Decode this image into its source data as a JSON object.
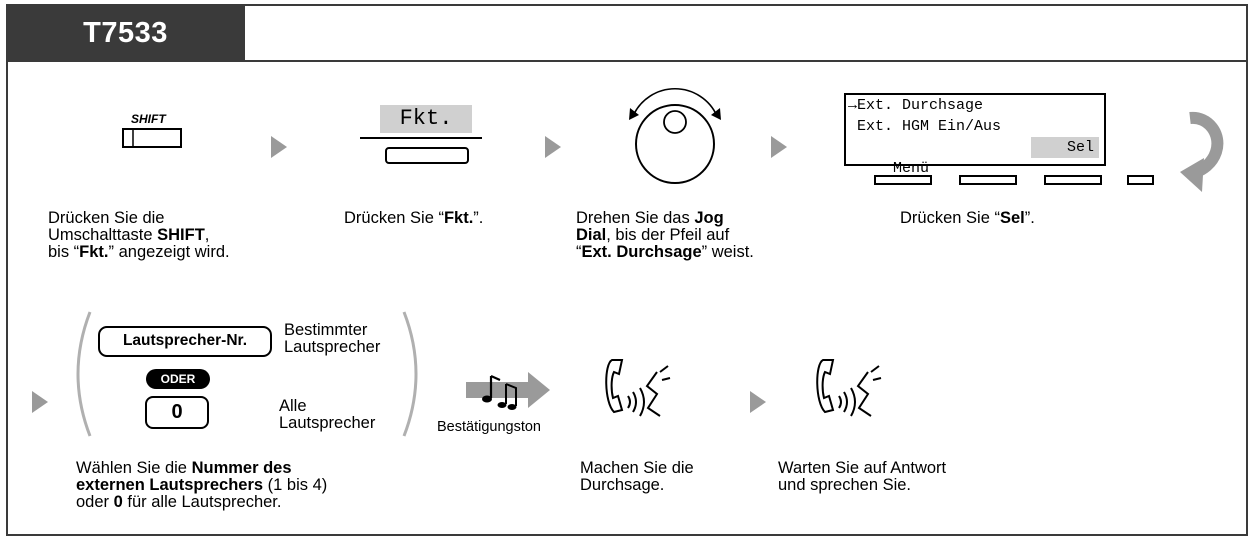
{
  "header": {
    "model": "T7533"
  },
  "steps_row1": {
    "shift": {
      "key_label": "SHIFT",
      "desc_l1": "Drücken Sie die",
      "desc_l2_pre": "Umschalttaste ",
      "desc_l2_bold": "SHIFT",
      "desc_l2_post": ",",
      "desc_l3_pre": "bis “",
      "desc_l3_bold": "Fkt.",
      "desc_l3_post": "” angezeigt wird."
    },
    "fkt": {
      "display_label": "Fkt.",
      "desc_pre": "Drücken Sie “",
      "desc_bold": "Fkt.",
      "desc_post": "”."
    },
    "jog": {
      "desc_l1_pre": "Drehen Sie das ",
      "desc_l1_bold": "Jog",
      "desc_l2_bold": "Dial",
      "desc_l2_post": ", bis der Pfeil auf",
      "desc_l3_pre": "“",
      "desc_l3_bold": "Ext. Durchsage",
      "desc_l3_post": "” weist."
    },
    "lcd": {
      "line1": "→Ext. Durchsage",
      "line2": " Ext. HGM Ein/Aus",
      "line3_left": " Menü",
      "line3_right": "Sel",
      "desc_pre": "Drücken Sie “",
      "desc_bold": "Sel",
      "desc_post": "”."
    }
  },
  "steps_row2": {
    "select": {
      "speaker_key": "Lautsprecher-Nr.",
      "speaker_key_note_l1": "Bestimmter",
      "speaker_key_note_l2": "Lautsprecher",
      "or_badge": "ODER",
      "zero_key": "0",
      "zero_note_l1": "Alle",
      "zero_note_l2": "Lautsprecher",
      "desc_l1_pre": "Wählen Sie die ",
      "desc_l1_bold": "Nummer des",
      "desc_l2_bold": "externen Lautsprechers",
      "desc_l2_post": " (1 bis 4)",
      "desc_l3_pre": "oder ",
      "desc_l3_bold": "0",
      "desc_l3_post": " für alle Lautsprecher."
    },
    "tone": {
      "label": "Bestätigungston"
    },
    "announce": {
      "desc_l1": "Machen Sie die",
      "desc_l2": "Durchsage."
    },
    "wait": {
      "desc_l1": "Warten Sie auf Antwort",
      "desc_l2": "und sprechen Sie."
    }
  },
  "icons": {
    "shift_key": "shift-key-icon",
    "fkt_key": "soft-key-icon",
    "jog_dial": "jog-dial-icon",
    "arrow": "step-arrow-icon",
    "continue": "continue-curved-arrow-icon",
    "handset": "handset-speaking-icon",
    "tone": "confirmation-tone-icon"
  },
  "colors": {
    "header_bg": "#3a3a3a",
    "arrow_gray": "#9a9a9a",
    "lcd_highlight": "#d0d0d0"
  }
}
